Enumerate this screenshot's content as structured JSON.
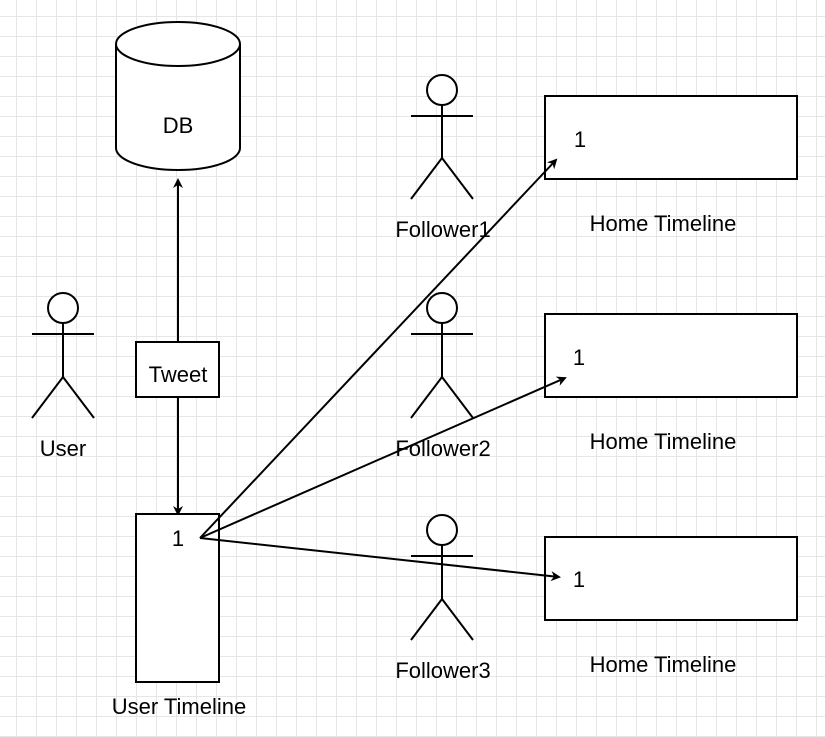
{
  "diagram": {
    "database": {
      "label": "DB"
    },
    "message": {
      "label": "Tweet"
    },
    "user": {
      "label": "User"
    },
    "user_timeline": {
      "label": "User Timeline",
      "value": "1"
    },
    "followers": [
      {
        "label": "Follower1"
      },
      {
        "label": "Follower2"
      },
      {
        "label": "Follower3"
      }
    ],
    "home_timelines": [
      {
        "label": "Home Timeline",
        "value": "1"
      },
      {
        "label": "Home Timeline",
        "value": "1"
      },
      {
        "label": "Home Timeline",
        "value": "1"
      }
    ]
  }
}
